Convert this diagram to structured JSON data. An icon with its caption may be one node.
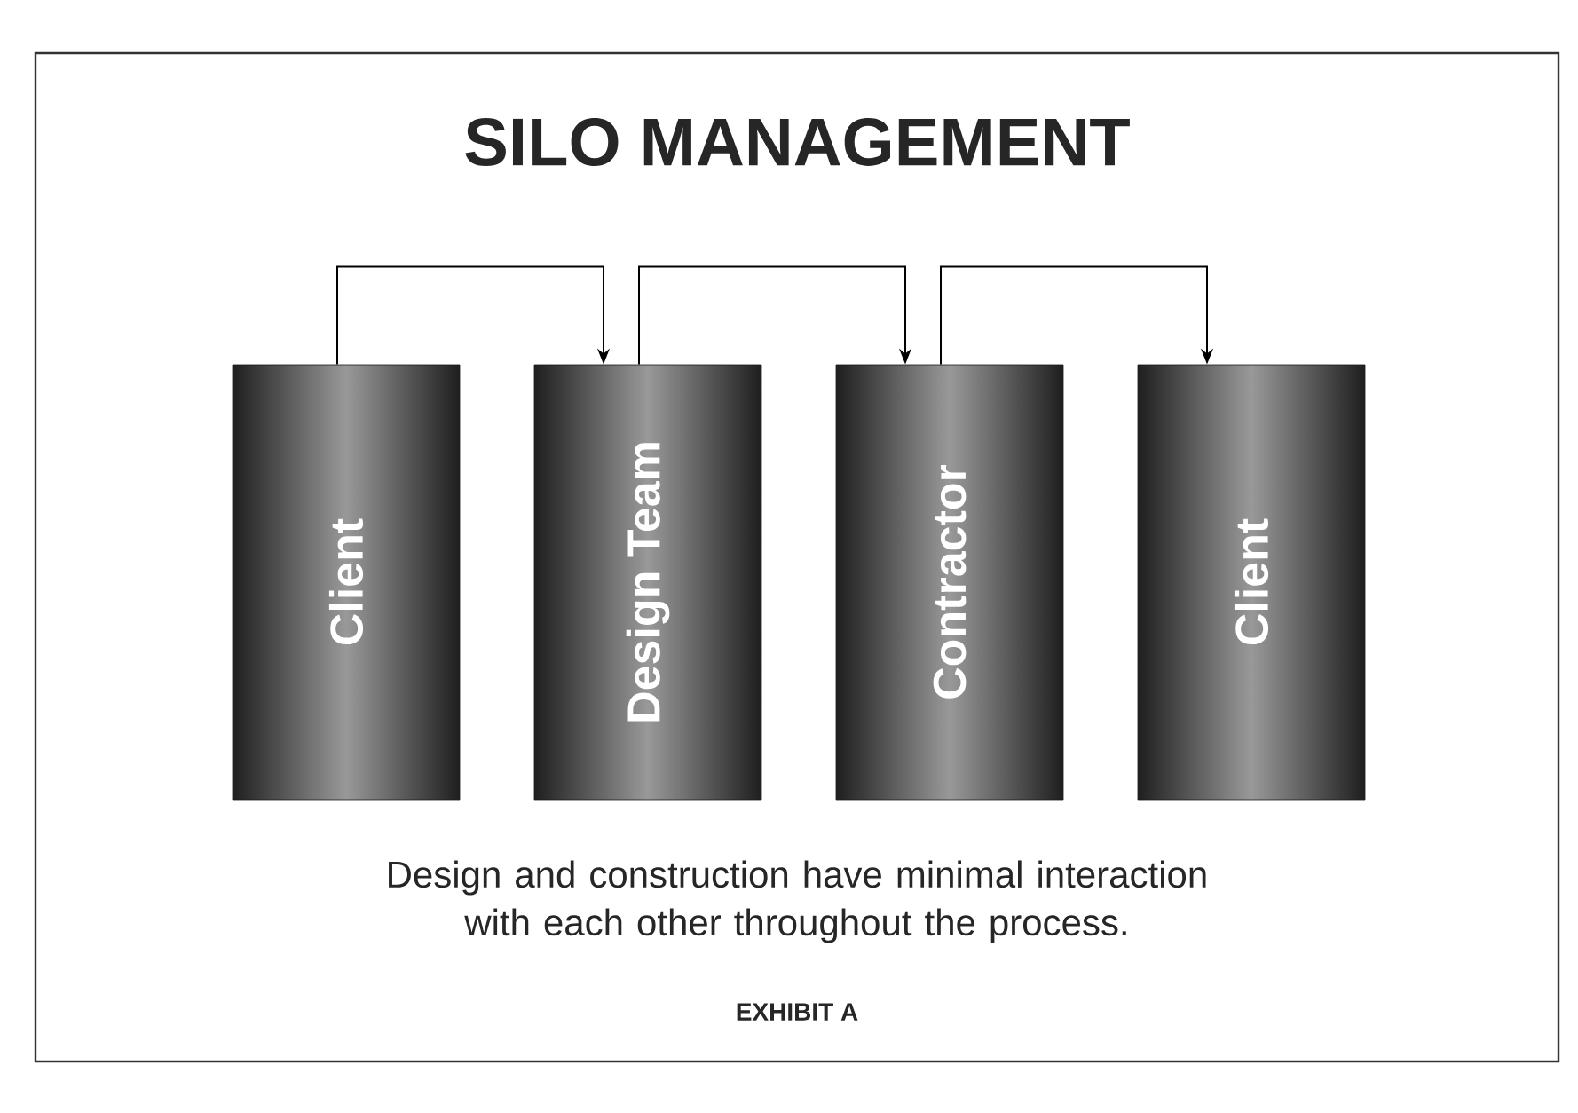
{
  "diagram": {
    "title": "SILO MANAGEMENT",
    "nodes": [
      {
        "text": [
          "Client"
        ]
      },
      {
        "text": [
          "Design Team"
        ]
      },
      {
        "text": [
          "Contractor"
        ]
      },
      {
        "text": [
          "Client"
        ]
      }
    ],
    "edges": [
      {
        "from": 0,
        "to": 1,
        "arrow": "to"
      },
      {
        "from": 1,
        "to": 2,
        "arrow": "to"
      },
      {
        "from": 2,
        "to": 3,
        "arrow": "to"
      }
    ],
    "caption": "Design and construction have minimal interaction with each other throughout the process.",
    "labels": [
      "EXHIBIT A"
    ]
  }
}
